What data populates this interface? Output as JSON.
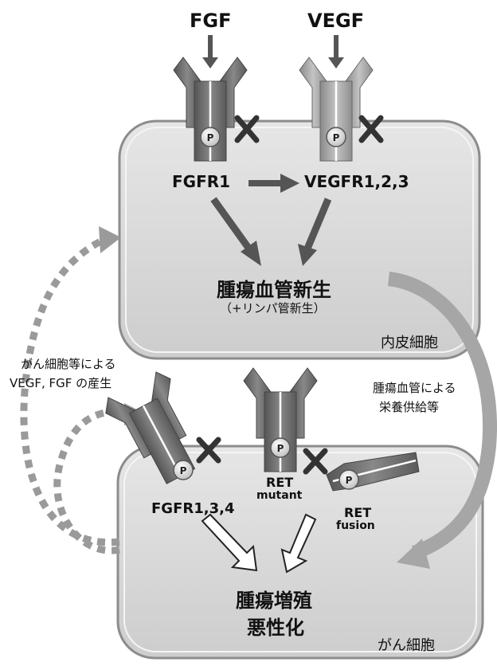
{
  "ligands": {
    "fgf": "FGF",
    "vegf": "VEGF"
  },
  "endothelial": {
    "receptor_fgfr1": "FGFR1",
    "receptor_vegfr": "VEGFR1,2,3",
    "angiogenesis": "腫瘍血管新生",
    "lymphangiogenesis": "（+リンパ管新生）",
    "cell_label": "内皮細胞"
  },
  "cancer": {
    "receptor_fgfr": "FGFR1,3,4",
    "ret_mutant_1": "RET",
    "ret_mutant_2": "mutant",
    "ret_fusion_1": "RET",
    "ret_fusion_2": "fusion",
    "proliferation": "腫瘍増殖",
    "malignancy": "悪性化",
    "cell_label": "がん細胞"
  },
  "annotations": {
    "production_line1": "がん細胞等による",
    "production_line2": "VEGF, FGF の産生",
    "supply_line1": "腫瘍血管による",
    "supply_line2": "栄養供給等"
  },
  "phospho_label": "P",
  "icons": [
    "inhibition-x-icon",
    "phosphate-icon",
    "receptor-icon"
  ]
}
